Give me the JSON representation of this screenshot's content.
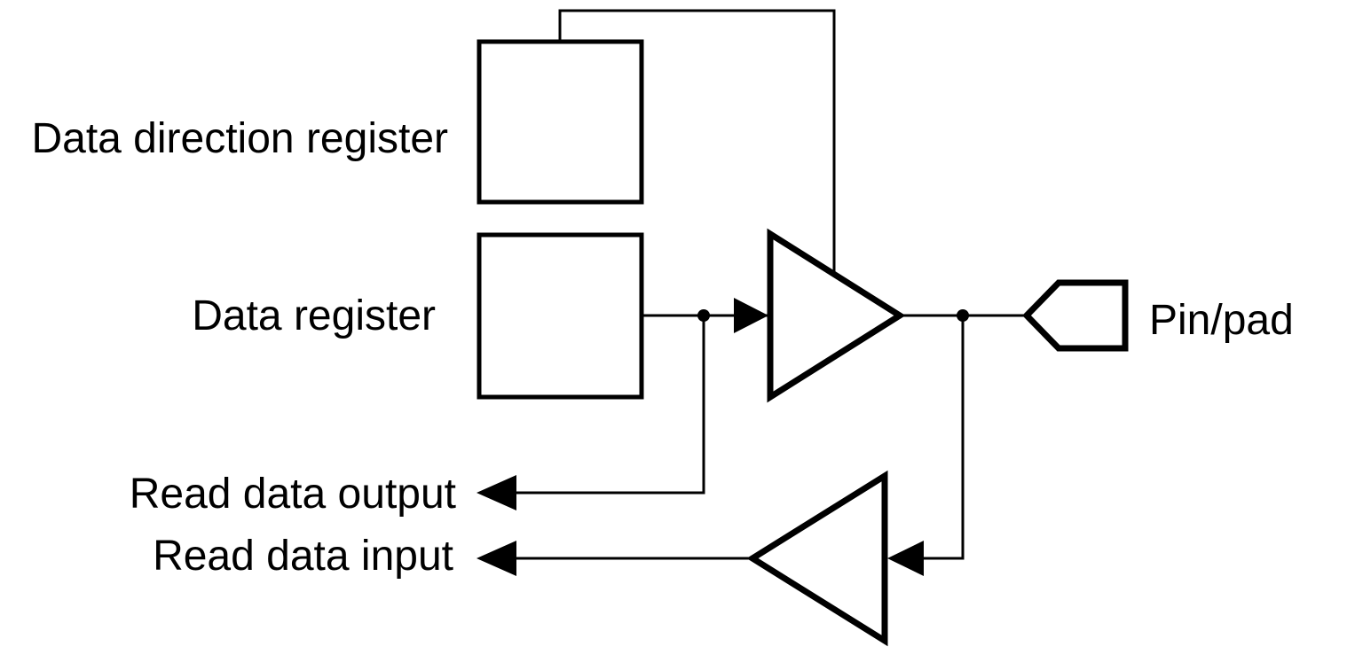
{
  "diagram": {
    "background": "#ffffff",
    "stroke_color": "#000000",
    "labels": {
      "data_direction_register": "Data direction register",
      "data_register": "Data register",
      "read_data_output": "Read data output",
      "read_data_input": "Read data input",
      "pin_pad": "Pin/pad"
    },
    "components": [
      {
        "id": "data-direction-register",
        "type": "register-box",
        "label": "Data direction register"
      },
      {
        "id": "data-register",
        "type": "register-box",
        "label": "Data register"
      },
      {
        "id": "output-buffer",
        "type": "tri-state-buffer",
        "direction": "right",
        "enable_source": "data-direction-register"
      },
      {
        "id": "input-buffer",
        "type": "buffer",
        "direction": "left"
      },
      {
        "id": "pin-pad",
        "type": "pin-symbol",
        "label": "Pin/pad"
      }
    ],
    "connections": [
      {
        "from": "data-direction-register",
        "to": "output-buffer-enable"
      },
      {
        "from": "data-register",
        "to": "output-buffer-input"
      },
      {
        "from": "output-buffer-input-node",
        "to": "read-data-output"
      },
      {
        "from": "output-buffer-output",
        "to": "pin-pad"
      },
      {
        "from": "pin-pad-node",
        "to": "input-buffer-input"
      },
      {
        "from": "input-buffer-output",
        "to": "read-data-input"
      }
    ]
  }
}
